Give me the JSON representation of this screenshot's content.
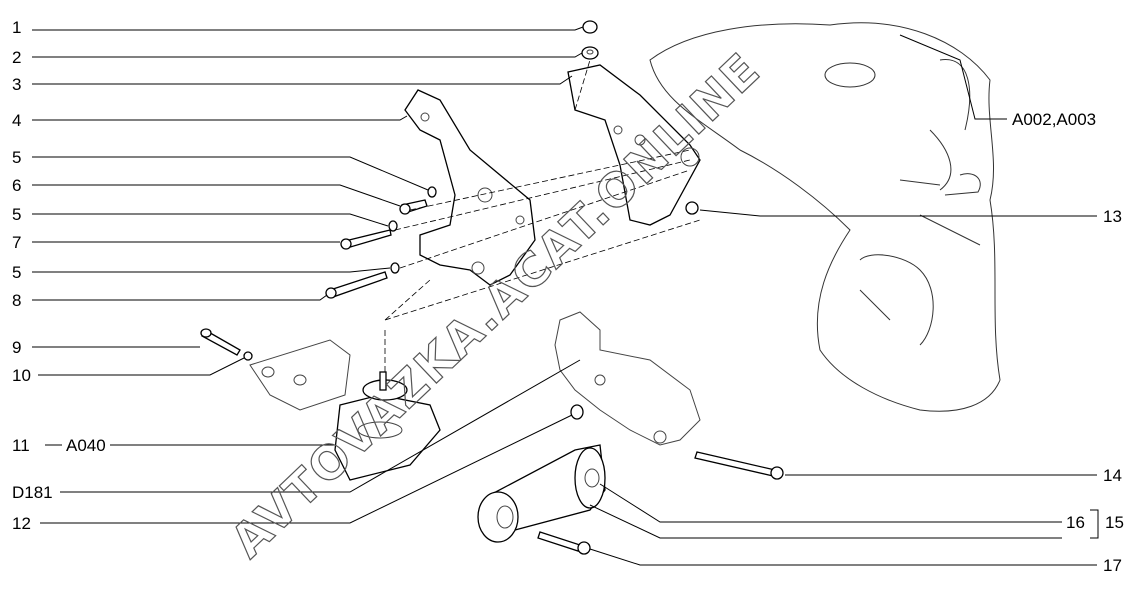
{
  "diagram": {
    "left_labels": [
      "1",
      "2",
      "3",
      "4",
      "5",
      "6",
      "5",
      "7",
      "5",
      "8",
      "9",
      "10",
      "11",
      "A040",
      "D181",
      "12"
    ],
    "right_labels": {
      "engine": "A002,A003",
      "spacer": "13",
      "long_bolt": "14",
      "bush": "16",
      "rod_assembly": "15",
      "short_bolt": "17"
    },
    "watermark": "AVTOVAZKA.ACAT.ONLINE"
  }
}
